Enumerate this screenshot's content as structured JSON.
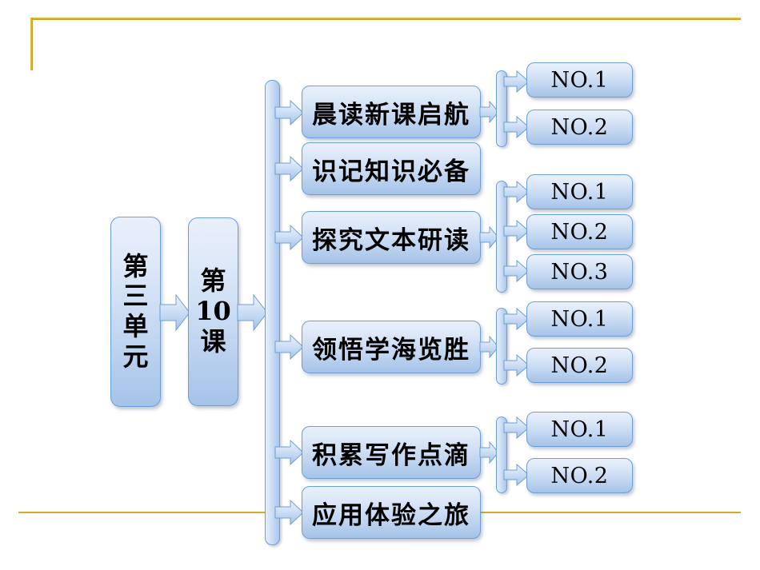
{
  "diagram": {
    "type": "flow-tree",
    "title_text": "",
    "colors": {
      "gold_rule": "#d8a825",
      "node_border": "#6d9fd4",
      "node_fill_top": "#e9f0fb",
      "node_fill_bottom": "#a5c3e8",
      "text": "#000000"
    },
    "root": {
      "label": "第三单元",
      "chars": [
        "第",
        "三",
        "单",
        "元"
      ]
    },
    "lesson": {
      "label": "第10课",
      "chars": [
        "第",
        "10",
        "课"
      ]
    },
    "sections": [
      {
        "label": "晨读新课启航",
        "children": [
          {
            "label": "NO.1"
          },
          {
            "label": "NO.2"
          }
        ]
      },
      {
        "label": "识记知识必备",
        "children": []
      },
      {
        "label": "探究文本研读",
        "children": [
          {
            "label": "NO.1"
          },
          {
            "label": "NO.2"
          },
          {
            "label": "NO.3"
          }
        ]
      },
      {
        "label": "领悟学海览胜",
        "children": [
          {
            "label": "NO.1"
          },
          {
            "label": "NO.2"
          }
        ]
      },
      {
        "label": "积累写作点滴",
        "children": [
          {
            "label": "NO.1"
          },
          {
            "label": "NO.2"
          }
        ]
      },
      {
        "label": "应用体验之旅",
        "children": []
      }
    ]
  },
  "icons": {
    "arrow_right": "block-arrow-right-icon",
    "spine": "vertical-connector-icon"
  }
}
